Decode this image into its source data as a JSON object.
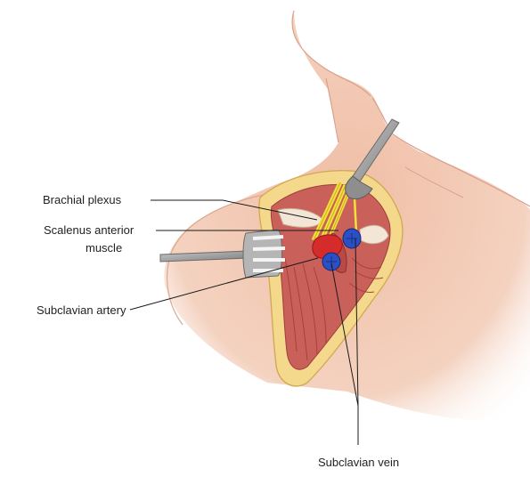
{
  "labels": {
    "brachial_plexus": "Brachial plexus",
    "scalenus_line1": "Scalenus anterior",
    "scalenus_line2": "muscle",
    "subclavian_artery": "Subclavian artery",
    "subclavian_vein": "Subclavian vein"
  },
  "colors": {
    "skin": "#f2c9b2",
    "skin_shadow": "#e3a993",
    "fat": "#f4d98c",
    "muscle": "#c9605a",
    "nerve": "#f3e13a",
    "artery": "#d62b2b",
    "vein": "#2b4fc4",
    "retractor": "#9a9a9a"
  }
}
